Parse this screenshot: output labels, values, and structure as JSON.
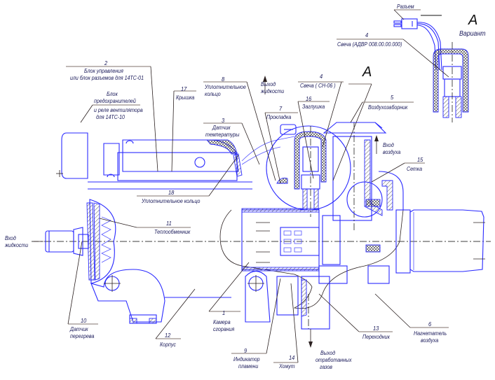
{
  "title_view": {
    "letter": "A",
    "caption": "Вариант"
  },
  "callout_letter": "A",
  "labels": {
    "connector": "Разъем",
    "p4_variant": {
      "num": "4",
      "text": "Свеча (АДВР 008.00.00.000)"
    },
    "p2": {
      "num": "2",
      "line1": "Блок управления",
      "line2": "или блок разъемов для 14ТС-01"
    },
    "fuse_block": {
      "line1": "Блок",
      "line2": "предохранителей",
      "line3": "и реле вентилятора",
      "line4": "для 14ТС-10"
    },
    "p17": {
      "num": "17",
      "text": "Крышка"
    },
    "p8": {
      "num": "8",
      "line1": "Уплотнительное",
      "line2": "кольцо"
    },
    "liquid_out": {
      "line1": "Выход",
      "line2": "жидкости"
    },
    "p4": {
      "num": "4",
      "text": "Свеча ( СН-06 )"
    },
    "p5": {
      "num": "5",
      "text": "Воздухозаборник"
    },
    "p7": {
      "num": "7",
      "text": "Прокладка"
    },
    "p16": {
      "num": "16",
      "text": "Заглушка"
    },
    "p3": {
      "num": "3",
      "line1": "Датчик",
      "line2": "температуры"
    },
    "air_in": {
      "line1": "Вход",
      "line2": "воздуха"
    },
    "p15": {
      "num": "15",
      "text": "Сетка"
    },
    "p18": {
      "num": "18",
      "text": "Уплотнительное кольцо"
    },
    "p11": {
      "num": "11",
      "text": "Теплообменник"
    },
    "liquid_in": {
      "line1": "Вход",
      "line2": "жидкости"
    },
    "p10": {
      "num": "10",
      "line1": "Датчик",
      "line2": "перегрева"
    },
    "p12": {
      "num": "12",
      "text": "Корпус"
    },
    "p1": {
      "num": "1",
      "line1": "Камера",
      "line2": "сгорания"
    },
    "p9": {
      "num": "9",
      "line1": "Индикатор",
      "line2": "пламени"
    },
    "p14": {
      "num": "14",
      "text": "Хомут"
    },
    "exhaust_out": {
      "line1": "Выход",
      "line2": "отработанных",
      "line3": "газов"
    },
    "p13": {
      "num": "13",
      "text": "Переходник"
    },
    "p6": {
      "num": "6",
      "line1": "Нагнетатель",
      "line2": "воздуха"
    }
  },
  "colors": {
    "outline": "#2a2aff",
    "leader": "#2b2020",
    "text": "#1a1a5a"
  }
}
